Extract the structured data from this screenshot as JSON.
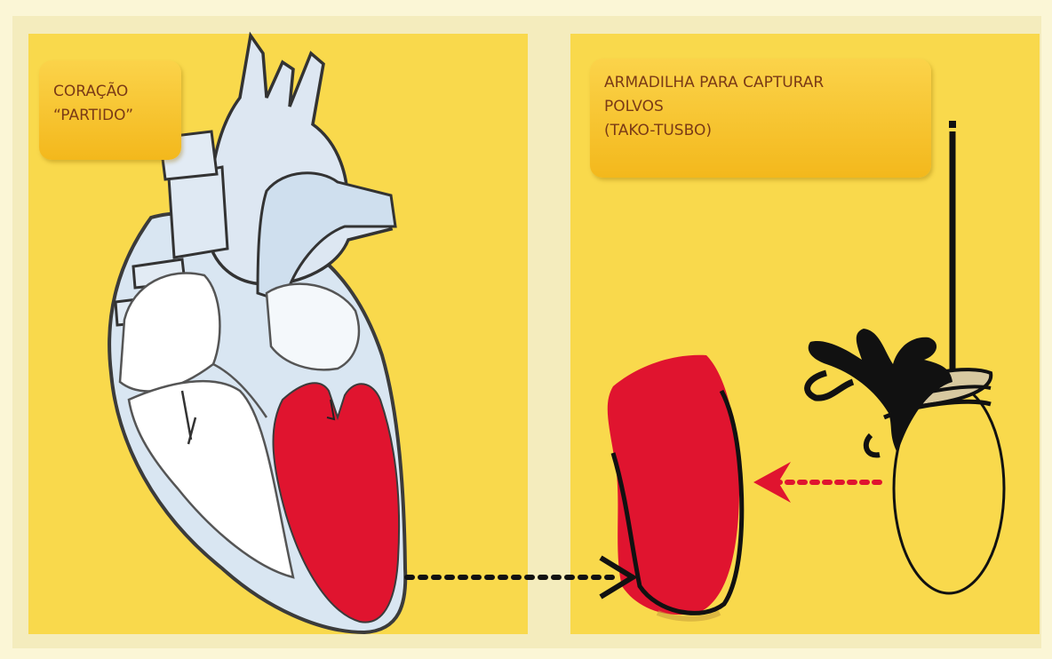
{
  "labels": {
    "left": [
      "CORAÇÃO",
      "“PARTIDO”"
    ],
    "right": [
      "ARMADILHA PARA CAPTURAR",
      "POLVOS",
      "(TAKO-TUSBO)"
    ]
  },
  "colors": {
    "panel": "#f9d94c",
    "label_bg": "#f3b81c",
    "label_text": "#7a3a16",
    "heart_body": "#dbe6f1",
    "ventricle": "#e0142f",
    "black_arrow": "#111111",
    "red_arrow": "#e0142f"
  },
  "icons": {
    "heart": "anatomical-heart-illustration",
    "pot": "octopus-trap-pot",
    "octopus": "octopus-tentacles"
  }
}
